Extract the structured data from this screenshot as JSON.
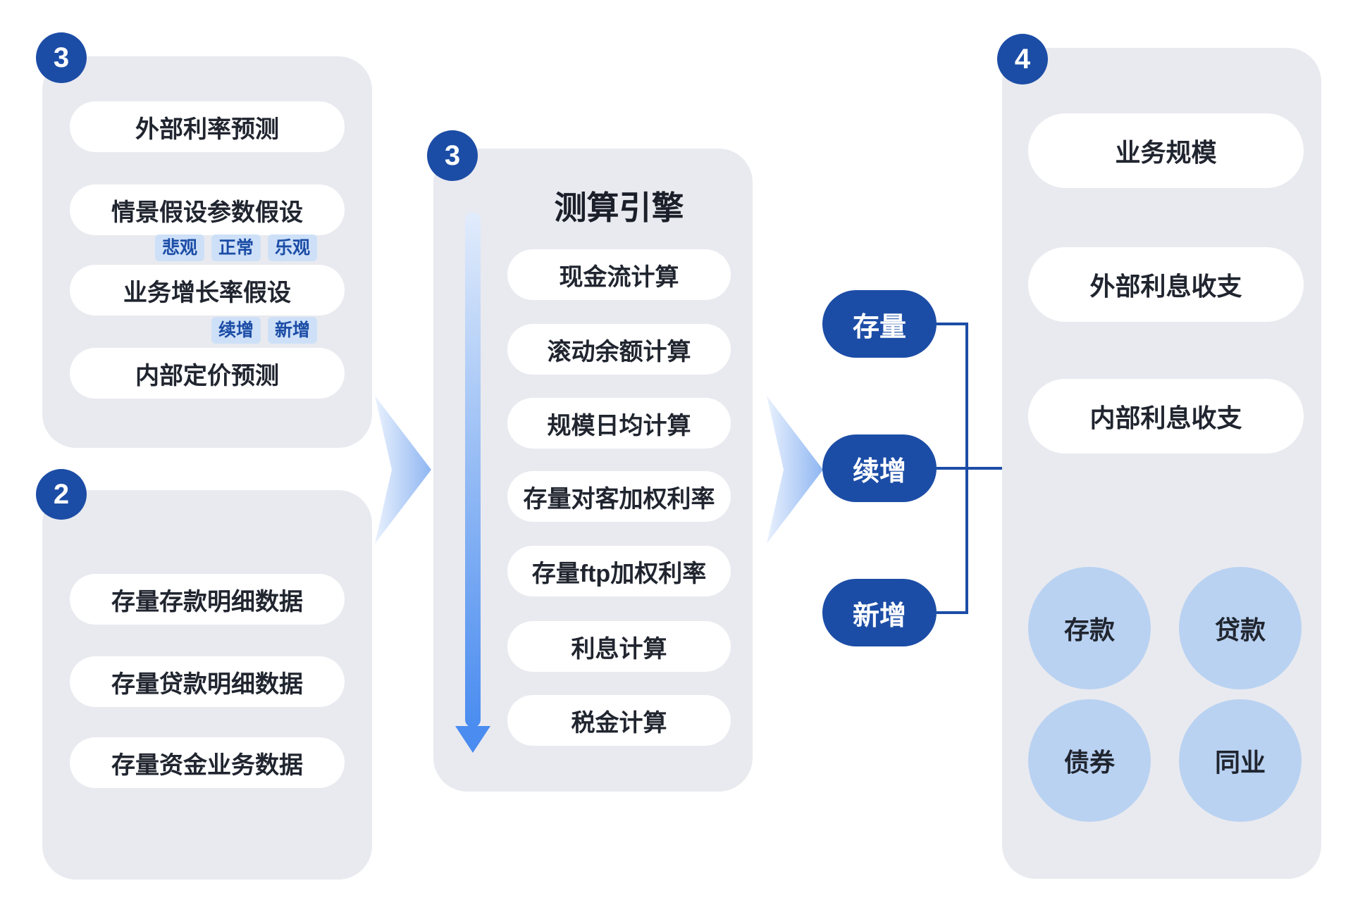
{
  "colors": {
    "panel_bg": "#e9eaef",
    "primary_blue": "#1c4da6",
    "tag_bg": "#cde0f8",
    "light_circle_bg": "#b9d2f2",
    "arrow_gradient_start": "#e2ecfc",
    "arrow_gradient_end": "#4a8cf0"
  },
  "panels": {
    "assumptions": {
      "badge": "3",
      "items": [
        "外部利率预测",
        "情景假设参数假设",
        "业务增长率假设",
        "内部定价预测"
      ],
      "scenario_tags": [
        "悲观",
        "正常",
        "乐观"
      ],
      "growth_tags": [
        "续增",
        "新增"
      ]
    },
    "stock": {
      "badge": "2",
      "items": [
        "存量存款明细数据",
        "存量贷款明细数据",
        "存量资金业务数据"
      ]
    },
    "engine": {
      "badge": "3",
      "title": "测算引擎",
      "steps": [
        "现金流计算",
        "滚动余额计算",
        "规模日均计算",
        "存量对客加权利率",
        "存量ftp加权利率",
        "利息计算",
        "税金计算"
      ]
    },
    "output": {
      "badge": "4",
      "items": [
        "业务规模",
        "外部利息收支",
        "内部利息收支"
      ],
      "circles": [
        "存款",
        "贷款",
        "债券",
        "同业"
      ]
    }
  },
  "flow_labels": [
    "存量",
    "续增",
    "新增"
  ]
}
